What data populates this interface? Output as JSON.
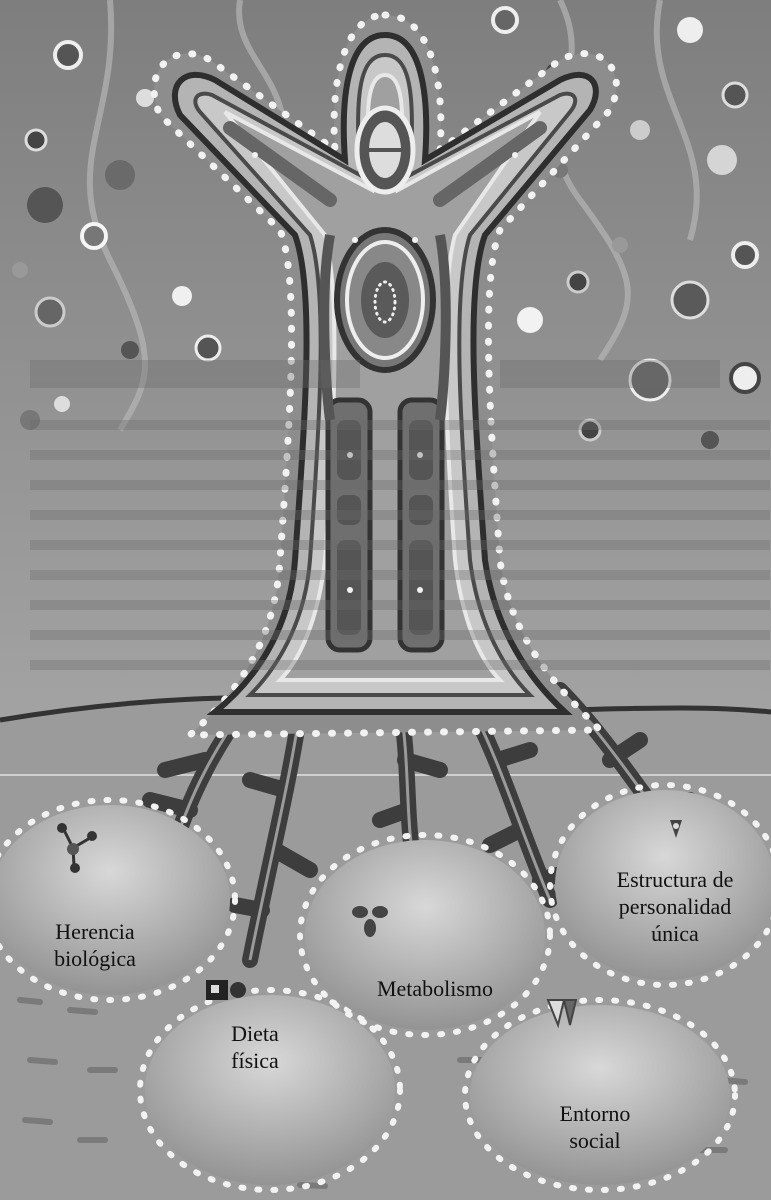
{
  "illustration": {
    "description_icon": "tree-figure-with-roots"
  },
  "sources": [
    {
      "id": "herencia",
      "label": "Herencia\nbiológica",
      "icon": "molecule-icon"
    },
    {
      "id": "dieta",
      "label": "Dieta\nfísica",
      "icon": "food-icon"
    },
    {
      "id": "metabolismo",
      "label": "Metabolismo",
      "icon": "trefoil-icon"
    },
    {
      "id": "entorno",
      "label": "Entorno\nsocial",
      "icon": "house-icon"
    },
    {
      "id": "estructura",
      "label": "Estructura de\npersonalidad\núnica",
      "icon": "drop-icon"
    }
  ],
  "colors": {
    "sky": "#8a8a8a",
    "ground": "#9a9a9a",
    "figure_dark": "#3a3a3a",
    "figure_light": "#c8c8c8",
    "dots": "#f2f2f2"
  }
}
